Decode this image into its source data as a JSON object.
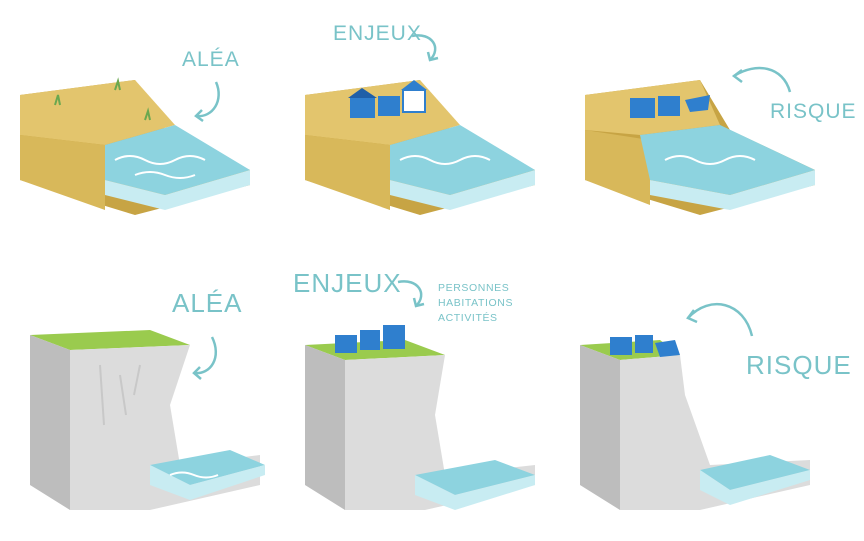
{
  "rows": [
    {
      "name": "dune-erosion",
      "panels": [
        {
          "label": "ALÉA"
        },
        {
          "label": "ENJEUX"
        },
        {
          "label": "RISQUE"
        }
      ]
    },
    {
      "name": "cliff-collapse",
      "panels": [
        {
          "label": "ALÉA"
        },
        {
          "label": "ENJEUX",
          "sub": [
            "PERSONNES",
            "HABITATIONS",
            "ACTIVITÉS"
          ]
        },
        {
          "label": "RISQUE"
        }
      ]
    }
  ],
  "colors": {
    "sand": "#e3c56d",
    "sand_dark": "#c7a444",
    "water": "#8dd3df",
    "water_light": "#c8ecf2",
    "rock": "#d9d9d9",
    "rock_dark": "#b9b9b9",
    "grass": "#9acb4e",
    "house": "#2f7fce",
    "label": "#79c3c8"
  }
}
